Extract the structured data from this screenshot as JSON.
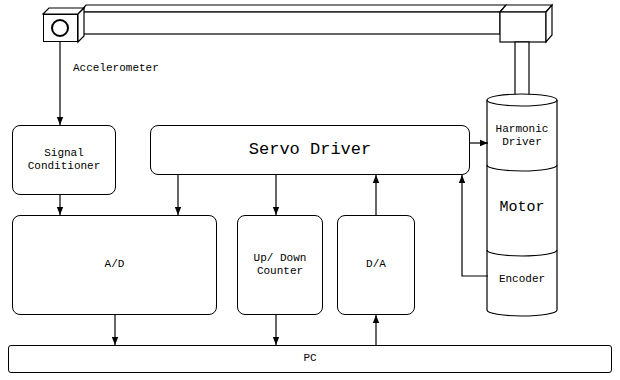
{
  "diagram": {
    "nodes": [
      {
        "text": [
          "Accelerometer"
        ]
      },
      {
        "text": [
          "Signal Conditioner"
        ]
      },
      {
        "text": [
          "Servo Driver"
        ]
      },
      {
        "text": [
          "A/D"
        ]
      },
      {
        "text": [
          "Up/ Down Counter"
        ]
      },
      {
        "text": [
          "D/A"
        ]
      },
      {
        "text": [
          "Harmonic Driver"
        ]
      },
      {
        "text": [
          "Motor"
        ]
      },
      {
        "text": [
          "Encoder"
        ]
      },
      {
        "text": [
          "PC"
        ]
      }
    ],
    "edges": [
      {
        "from": 0,
        "to": 1,
        "arrow": "to"
      },
      {
        "from": 1,
        "to": 3,
        "arrow": "to"
      },
      {
        "from": 2,
        "to": 3,
        "arrow": "to"
      },
      {
        "from": 2,
        "to": 4,
        "arrow": "to"
      },
      {
        "from": 5,
        "to": 2,
        "arrow": "to"
      },
      {
        "from": 2,
        "to": 6,
        "arrow": "to"
      },
      {
        "from": 8,
        "to": 2,
        "arrow": "to"
      },
      {
        "from": 3,
        "to": 9,
        "arrow": "to"
      },
      {
        "from": 4,
        "to": 9,
        "arrow": "to"
      },
      {
        "from": 9,
        "to": 5,
        "arrow": "to"
      }
    ]
  }
}
